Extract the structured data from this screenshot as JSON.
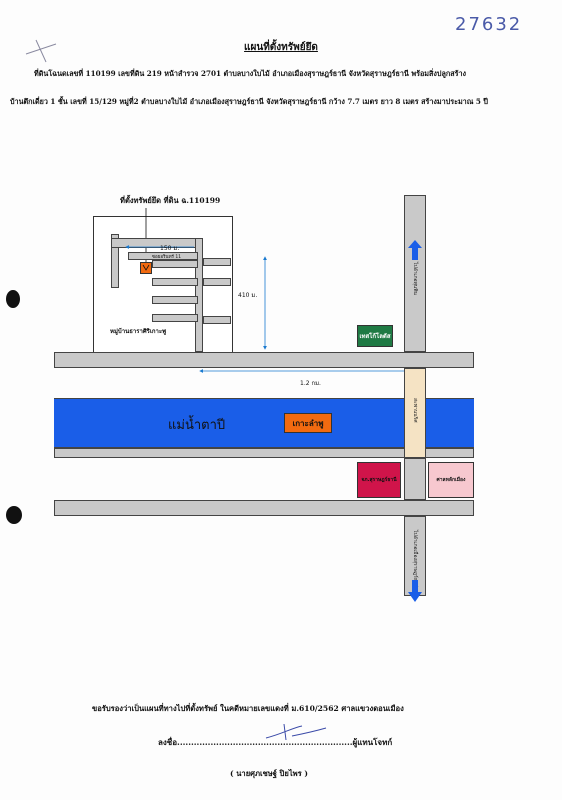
{
  "doc": {
    "case_number_handwritten": "27632",
    "title": "แผนที่ตั้งทรัพย์ยึด",
    "line1": "ที่ดินโฉนดเลขที่ 110199 เลขที่ดิน 219 หน้าสำรวจ 2701 ตำบลบางใบไม้ อำเภอเมืองสุราษฎร์ธานี จังหวัดสุราษฎร์ธานี พร้อมสิ่งปลูกสร้าง",
    "line2": "บ้านตึกเดี่ยว 1 ชั้น เลขที่ 15/129 หมู่ที่2 ตำบลบางใบไม้ อำเภอเมืองสุราษฎร์ธานี จังหวัดสุราษฎร์ธานี กว้าง 7.7 เมตร ยาว 8 เมตร สร้างมาประมาณ 5 ปี",
    "certify": "ขอรับรองว่าเป็นแผนที่ทางไปที่ตั้งทรัพย์ ในคดีหมายเลขแดงที่ ม.610/2562 ศาลแขวงดอนเมือง",
    "sign_prefix": "ลงชื่อ",
    "sign_dots": "...............................................................",
    "sign_suffix": "ผู้แทนโจทก์",
    "signer": "( นายศุภเชษฐ์ ปิยไพร )"
  },
  "map": {
    "property_label": "ที่ตั้งทรัพย์ยึด ที่ดิน ฉ.110199",
    "dist_150": "150 ม.",
    "soi_label": "ซอยอรินทร์ 11",
    "village_label": "หมู่บ้านธาราศิริเกาะพู",
    "dist_410": "410 ม.",
    "dist_12": "1.2 กม.",
    "river_label": "แม่น้ำตาปี",
    "island_label": "เกาะลำพู",
    "tesco_label": "เทสโก้โลตัส",
    "provincial_office": "จภ.สุราษฎร์ธานี",
    "city_shrine": "ศาลหลักเมือง",
    "road_north": "ไปอำเภอพุนพิน",
    "road_bridge": "สะพานนริศ",
    "road_south": "ไปอำเภอเมืองสุราษฎร์ธานี",
    "colors": {
      "river": "#1a5ee8",
      "island": "#f26a10",
      "tesco": "#1f7a44",
      "office": "#d0144a",
      "shrine": "#f7c8cf",
      "arrow": "#1a5ee8"
    }
  }
}
